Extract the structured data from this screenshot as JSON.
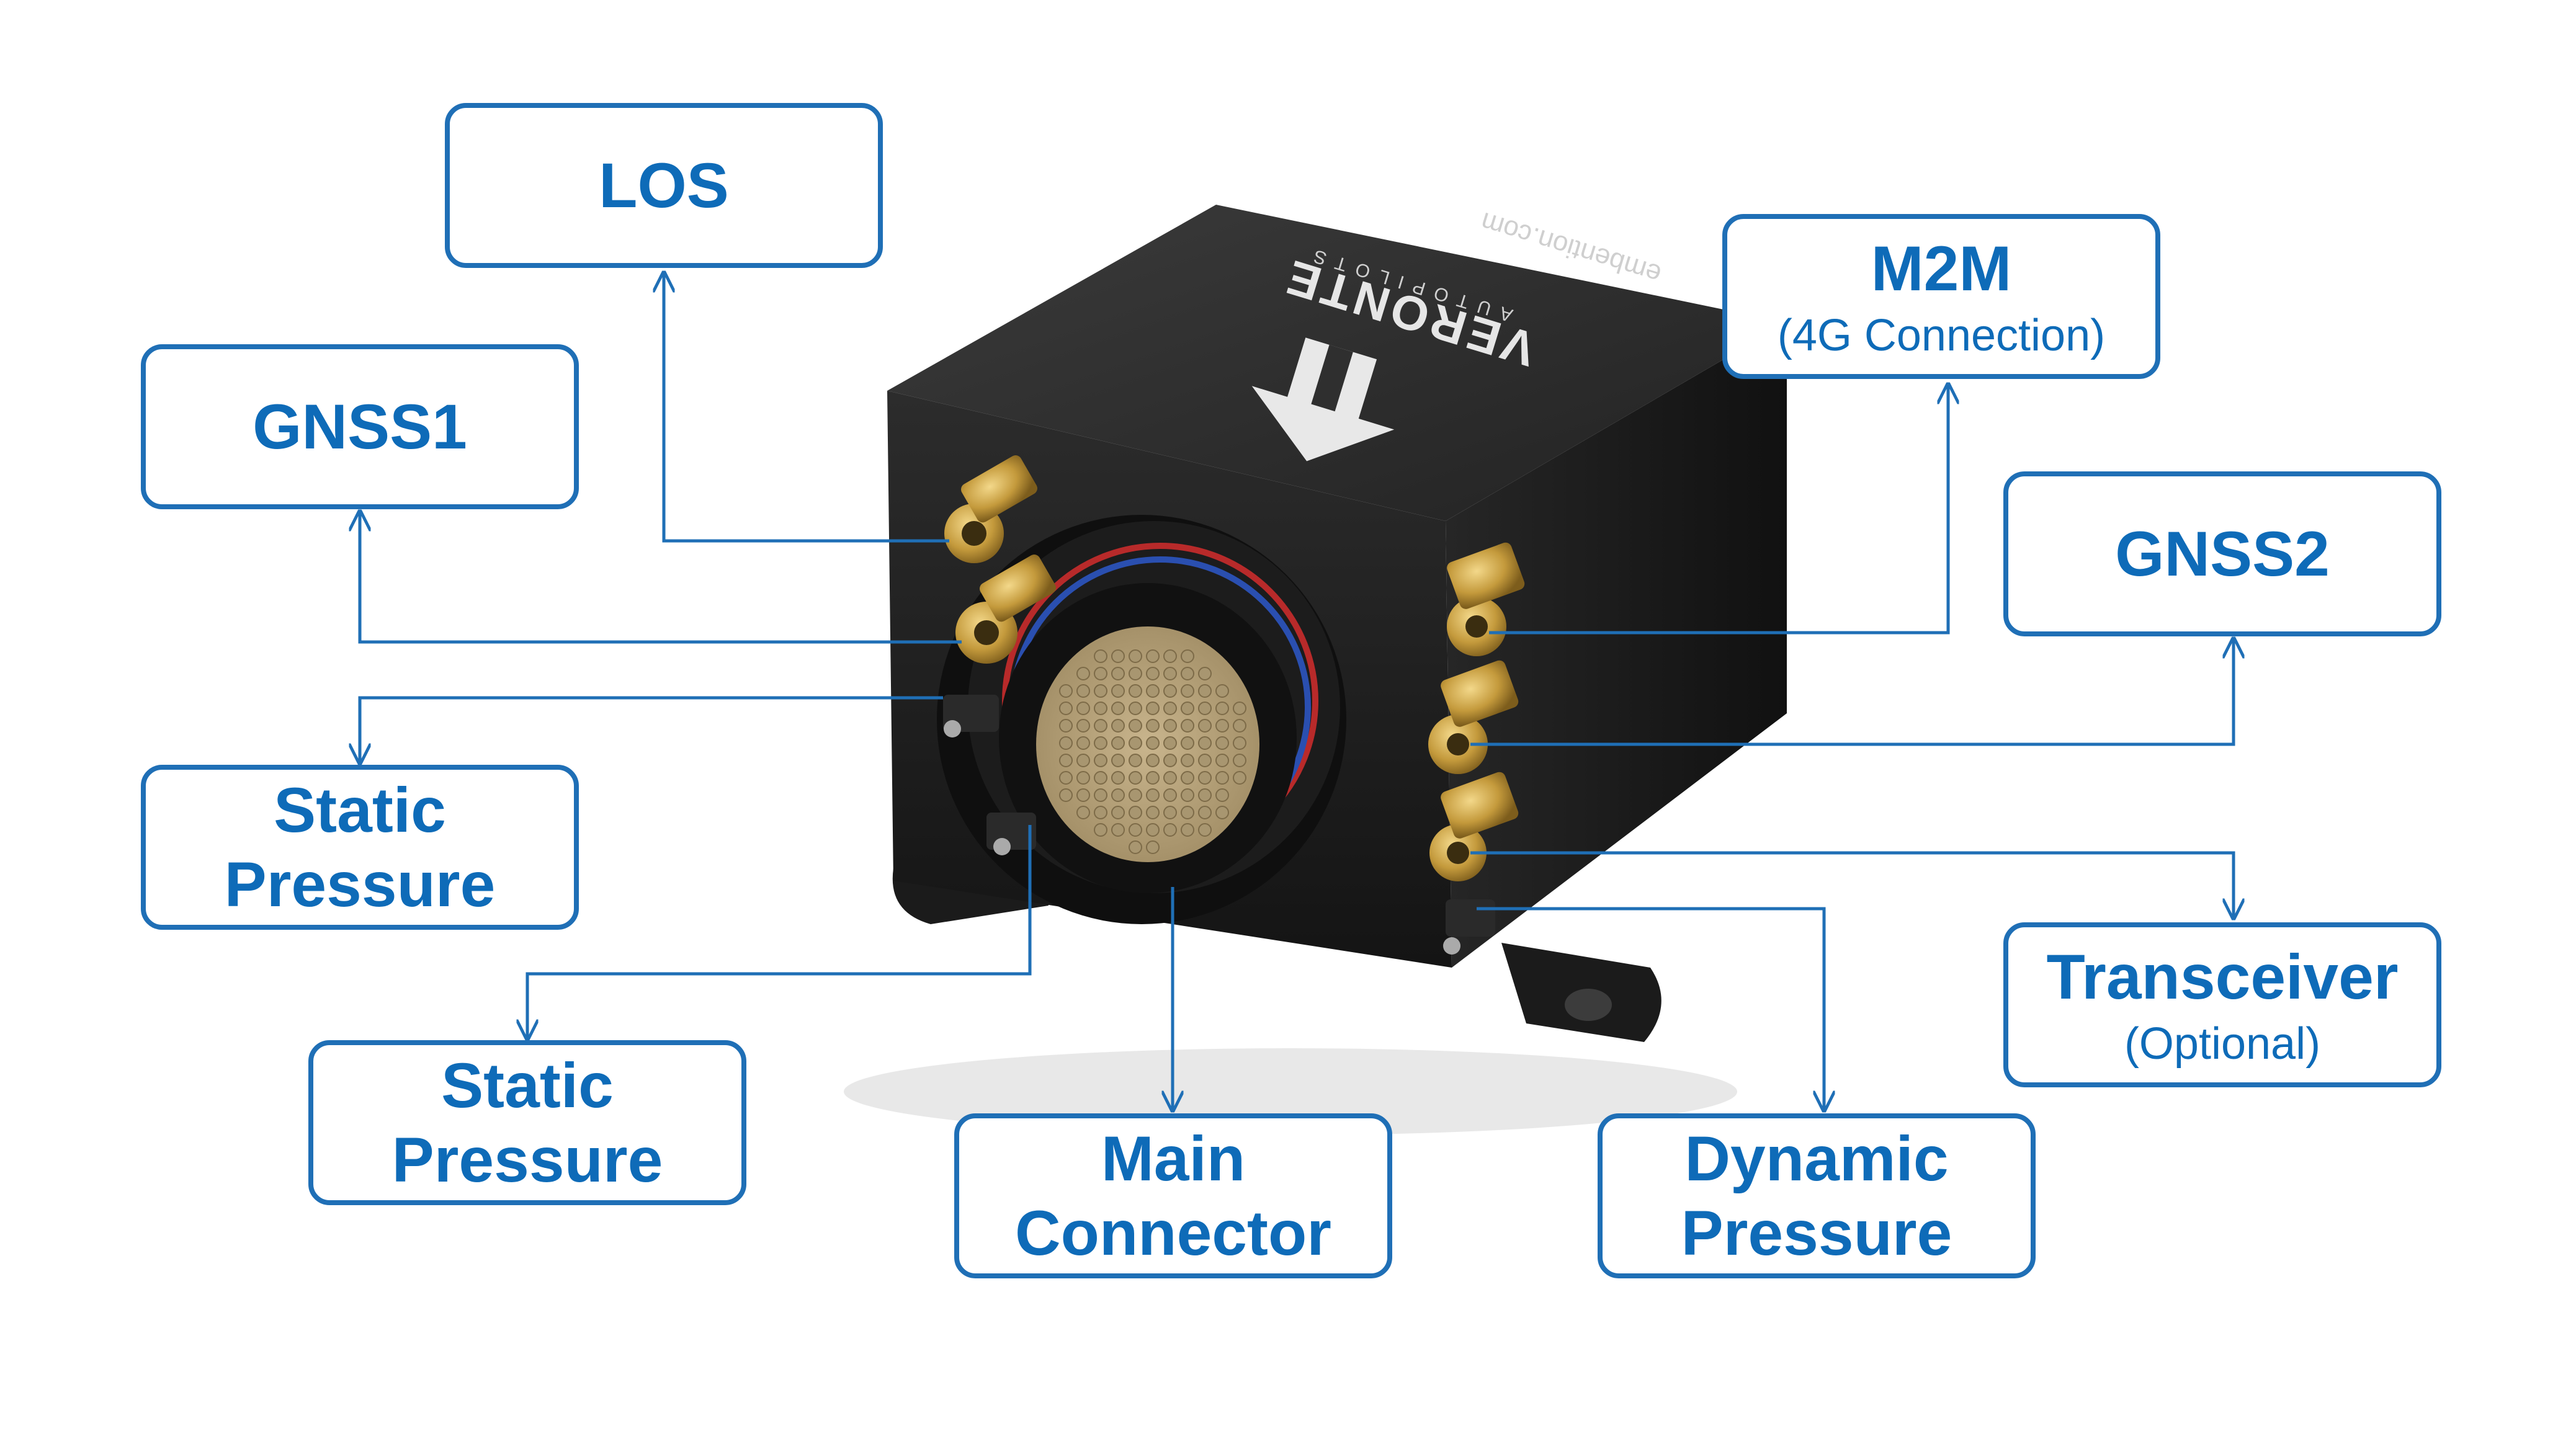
{
  "colors": {
    "accent": "#1f6fb6",
    "label_text": "#0e6bb8",
    "device_body": "#2a2a2a",
    "connector_gold": "#c8a24a"
  },
  "device": {
    "brand": "VERONTE",
    "subbrand": "AUTOPILOTS",
    "website": "embention.com"
  },
  "callouts": {
    "los": {
      "label": "LOS"
    },
    "gnss1": {
      "label": "GNSS1"
    },
    "m2m": {
      "label": "M2M",
      "sublabel": "(4G Connection)"
    },
    "gnss2": {
      "label": "GNSS2"
    },
    "static_pressure_1": {
      "label": "Static\nPressure"
    },
    "static_pressure_2": {
      "label": "Static\nPressure"
    },
    "main_connector": {
      "label": "Main\nConnector"
    },
    "dynamic_pressure": {
      "label": "Dynamic\nPressure"
    },
    "transceiver": {
      "label": "Transceiver",
      "sublabel": "(Optional)"
    }
  }
}
